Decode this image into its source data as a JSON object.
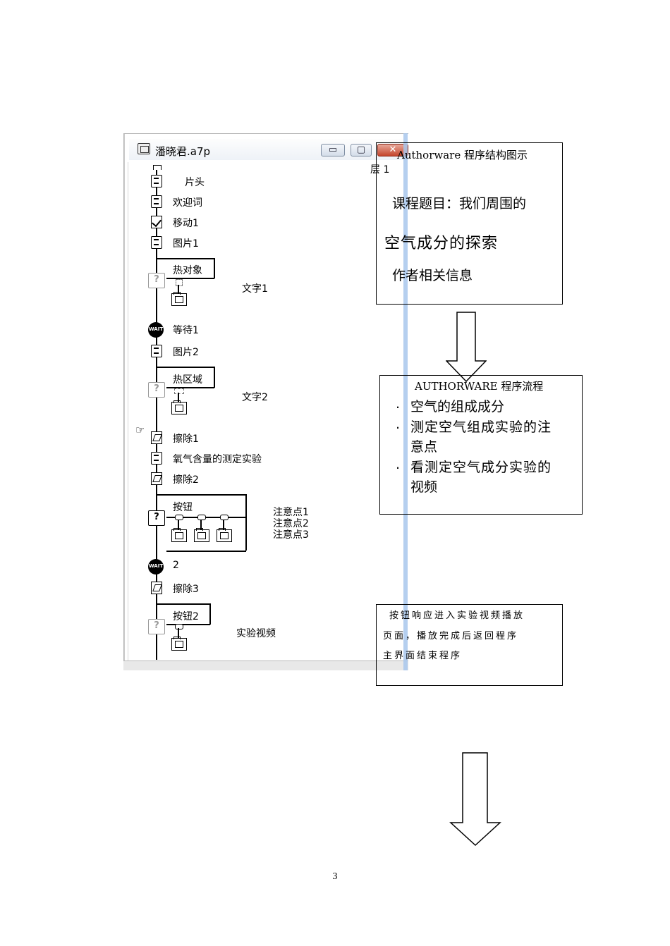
{
  "window": {
    "title": "潘晓君.a7p",
    "minimize_label": "▭",
    "maximize_label": "▢",
    "close_label": "✕"
  },
  "flowchart": {
    "page_label": "层 1",
    "items": [
      {
        "label": "片头"
      },
      {
        "label": "欢迎词"
      },
      {
        "label": "移动1"
      },
      {
        "label": "图片1"
      },
      {
        "label": "热对象"
      },
      {
        "label": "文字1"
      },
      {
        "label": "等待1"
      },
      {
        "label": "图片2"
      },
      {
        "label": "热区域"
      },
      {
        "label": "文字2"
      },
      {
        "label": "擦除1"
      },
      {
        "label": "氧气含量的测定实验"
      },
      {
        "label": "擦除2"
      },
      {
        "label": "按钮"
      },
      {
        "label": "注意点1"
      },
      {
        "label": "注意点2"
      },
      {
        "label": "注意点3"
      },
      {
        "label": "2"
      },
      {
        "label": "擦除3"
      },
      {
        "label": "按钮2"
      },
      {
        "label": "实验视频"
      }
    ],
    "wait_icon_text": "WAIT",
    "interaction_icon_text": "?"
  },
  "box1": {
    "header": "Authorware 程序结构图示",
    "line_course": "课程题目：我们周围的",
    "line_course2": "空气成分的探索",
    "line_author": "作者相关信息"
  },
  "box2": {
    "header": "AUTHORWARE 程序流程",
    "bullets": [
      {
        "dot": ".",
        "text": "空气的组成成分"
      },
      {
        "dot": ".",
        "text": "测定空气组成实验的注意点"
      },
      {
        "dot": ".",
        "text": "看测定空气成分实验的视频"
      }
    ],
    "bullet2_line2": "意点",
    "bullet3_line2": "视频"
  },
  "box3": {
    "lines": [
      "按钮响应进入实验视频播放",
      "页面，播放完成后返回程序",
      "主界面结束程序"
    ]
  },
  "page_number": "3"
}
